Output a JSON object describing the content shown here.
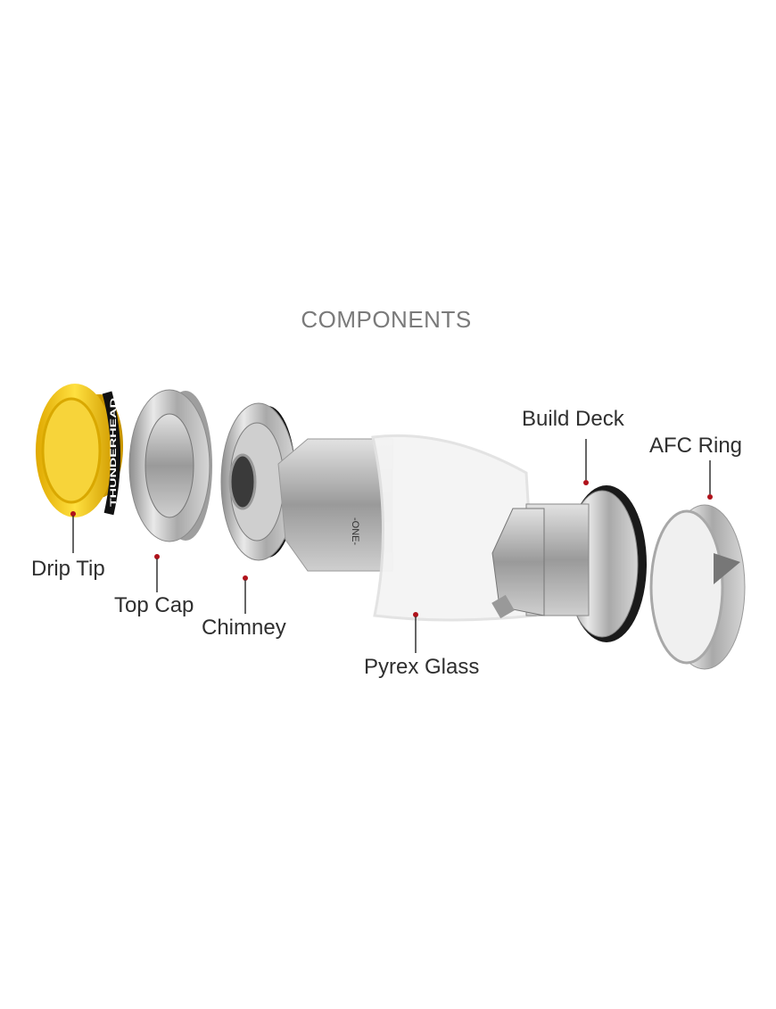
{
  "title": "COMPONENTS",
  "components": [
    {
      "label": "Drip Tip"
    },
    {
      "label": "Top Cap"
    },
    {
      "label": "Chimney"
    },
    {
      "label": "Pyrex Glass"
    },
    {
      "label": "Build Deck"
    },
    {
      "label": "AFC Ring"
    }
  ],
  "drip_tip_brand": "THUNDERHEAD",
  "tank_logo": "-ONE-",
  "colors": {
    "leader_dot": "#b0121b",
    "leader_line": "#333333",
    "drip_tip": "#f2c200",
    "steel": "#b8b8b8"
  }
}
